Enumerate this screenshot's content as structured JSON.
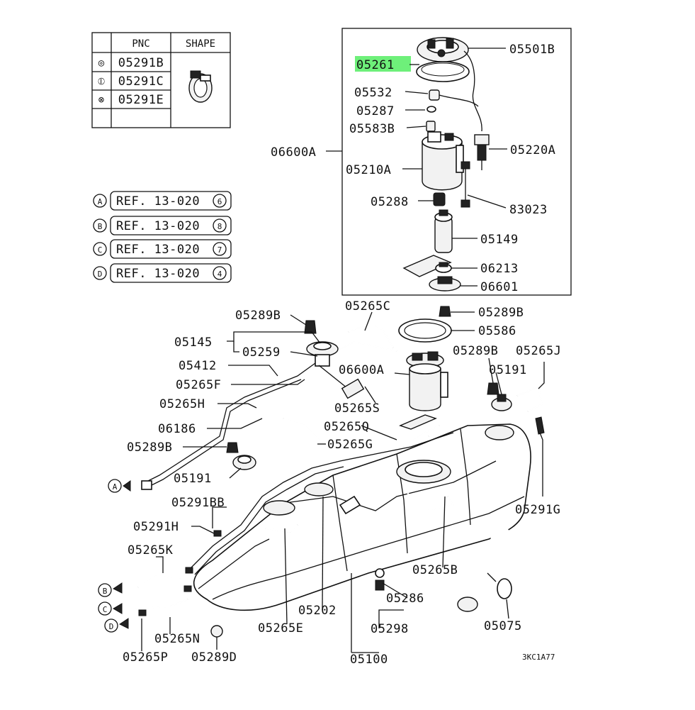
{
  "colors": {
    "highlight": "#6ef07a",
    "ink": "#111111",
    "paper": "#ffffff"
  },
  "legend_table": {
    "header_pnc": "PNC",
    "header_shape": "SHAPE",
    "rows": [
      {
        "symbol": "◎",
        "pnc": "05291B"
      },
      {
        "symbol": "⦶",
        "pnc": "05291C"
      },
      {
        "symbol": "⊗",
        "pnc": "05291E"
      }
    ]
  },
  "references": [
    {
      "letter": "A",
      "ref": "REF. 13-020",
      "num": "6"
    },
    {
      "letter": "B",
      "ref": "REF. 13-020",
      "num": "8"
    },
    {
      "letter": "C",
      "ref": "REF. 13-020",
      "num": "7"
    },
    {
      "letter": "D",
      "ref": "REF. 13-020",
      "num": "4"
    }
  ],
  "inset_labels": {
    "l05261": "05261",
    "l05501B": "05501B",
    "l05532": "05532",
    "l05287": "05287",
    "l05583B": "05583B",
    "l06600A": "06600A",
    "l05220A": "05220A",
    "l05210A": "05210A",
    "l05288": "05288",
    "l83023": "83023",
    "l05149": "05149",
    "l06213": "06213",
    "l06601": "06601"
  },
  "main_labels": {
    "l05289B_a": "05289B",
    "l05265C": "05265C",
    "l05289B_b": "05289B",
    "l05586": "05586",
    "l05145": "05145",
    "l05259": "05259",
    "l05289B_c": "05289B",
    "l05265J": "05265J",
    "l05412": "05412",
    "l06600A_b": "06600A",
    "l05191_a": "05191",
    "l05265F": "05265F",
    "l05265H": "05265H",
    "l05265S": "05265S",
    "l06186": "06186",
    "l05265Q": "05265Q",
    "l05289B_d": "05289B",
    "l05265G": "05265G",
    "l05191_b": "05191",
    "l05291G": "05291G",
    "l05291BB": "05291BB",
    "l05291H": "05291H",
    "l05265K": "05265K",
    "l05265B": "05265B",
    "l05286": "05286",
    "l05202": "05202",
    "l05265E": "05265E",
    "l05298": "05298",
    "l05075": "05075",
    "l05265N": "05265N",
    "l05265P": "05265P",
    "l05289D": "05289D",
    "l05100": "05100"
  },
  "arrow_letters": {
    "a": "A",
    "b": "B",
    "c": "C",
    "d": "D"
  },
  "diagram_code": "3KC1A77"
}
